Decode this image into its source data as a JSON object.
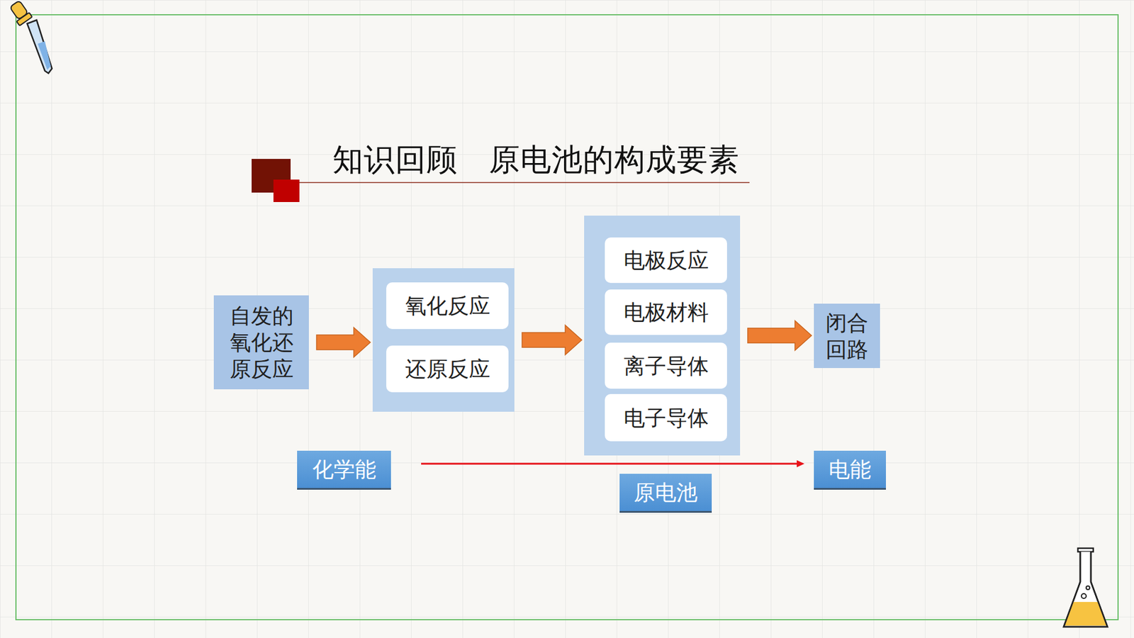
{
  "diagram": {
    "title": "知识回顾　原电池的构成要素",
    "nodes": [
      {
        "text": [
          "自发的氧化还原反应"
        ]
      },
      {
        "text": []
      },
      {
        "text": [
          "氧化反应"
        ],
        "in": 1
      },
      {
        "text": [
          "还原反应"
        ],
        "in": 1
      },
      {
        "text": []
      },
      {
        "text": [
          "电极反应"
        ],
        "in": 4
      },
      {
        "text": [
          "电极材料"
        ],
        "in": 4
      },
      {
        "text": [
          "离子导体"
        ],
        "in": 4
      },
      {
        "text": [
          "电子导体"
        ],
        "in": 4
      },
      {
        "text": [
          "闭合回路"
        ]
      },
      {
        "text": [
          "化学能"
        ]
      },
      {
        "text": [
          "电能"
        ]
      },
      {
        "text": [
          "原电池"
        ]
      }
    ],
    "edges": [
      {
        "from": 0,
        "to": 1,
        "arrow": "to"
      },
      {
        "from": 1,
        "to": 4,
        "arrow": "to"
      },
      {
        "from": 4,
        "to": 9,
        "arrow": "to"
      },
      {
        "from": 10,
        "to": 11,
        "arrow": "to"
      }
    ]
  }
}
